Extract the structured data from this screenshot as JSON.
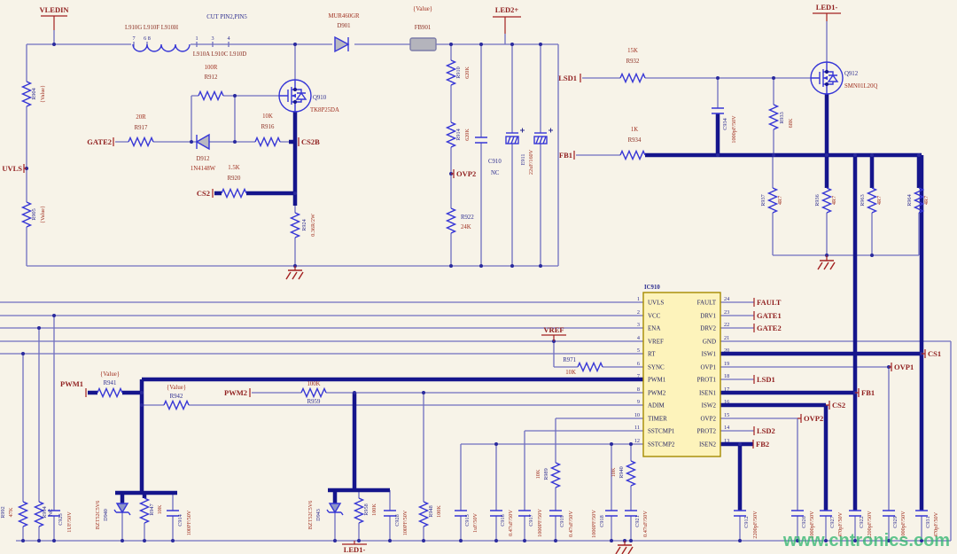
{
  "watermark": "www.cntronics.com",
  "nets": {
    "vledin": "VLEDIN",
    "uvls": "UVLS",
    "gate2": "GATE2",
    "cs2": "CS2",
    "cs2b": "CS2B",
    "ovp2": "OVP2",
    "led2": "LED2+",
    "lsd1": "LSD1",
    "fb1": "FB1",
    "led1": "LED1-",
    "vref": "VREF",
    "pwm1": "PWM1",
    "pwm2": "PWM2",
    "fault": "FAULT",
    "gate1": "GATE1",
    "cs1": "CS1",
    "ovp1": "OVP1",
    "lsd2": "LSD2",
    "fb2": "FB2"
  },
  "l910": {
    "top": "L910G  L910F  L910H",
    "bottom": "L910A  L910C  L910D",
    "note": "CUT PIN2,PIN5",
    "pins": [
      "7",
      "6 8",
      "1",
      "3",
      "4"
    ]
  },
  "ic": {
    "ref": "IC910",
    "left": [
      {
        "n": "1",
        "name": "UVLS"
      },
      {
        "n": "2",
        "name": "VCC"
      },
      {
        "n": "3",
        "name": "ENA"
      },
      {
        "n": "4",
        "name": "VREF"
      },
      {
        "n": "5",
        "name": "RT"
      },
      {
        "n": "6",
        "name": "SYNC"
      },
      {
        "n": "7",
        "name": "PWM1"
      },
      {
        "n": "8",
        "name": "PWM2"
      },
      {
        "n": "9",
        "name": "ADIM"
      },
      {
        "n": "10",
        "name": "TIMER"
      },
      {
        "n": "11",
        "name": "SSTCMP1"
      },
      {
        "n": "12",
        "name": "SSTCMP2"
      }
    ],
    "right": [
      {
        "n": "24",
        "name": "FAULT"
      },
      {
        "n": "23",
        "name": "DRV1"
      },
      {
        "n": "22",
        "name": "DRV2"
      },
      {
        "n": "21",
        "name": "GND"
      },
      {
        "n": "20",
        "name": "ISW1"
      },
      {
        "n": "19",
        "name": "OVP1"
      },
      {
        "n": "18",
        "name": "PROT1"
      },
      {
        "n": "17",
        "name": "ISEN1"
      },
      {
        "n": "16",
        "name": "ISW2"
      },
      {
        "n": "15",
        "name": "OVP2"
      },
      {
        "n": "14",
        "name": "PROT2"
      },
      {
        "n": "13",
        "name": "ISEN2"
      }
    ]
  },
  "parts": {
    "r904": {
      "ref": "R904",
      "value": "{Value}"
    },
    "r905": {
      "ref": "R905",
      "value": "{Value}"
    },
    "r912": {
      "ref": "R912",
      "value": "100R"
    },
    "r917": {
      "ref": "R917",
      "value": "20R"
    },
    "d912": {
      "ref": "D912",
      "value": "1N4148W"
    },
    "r916": {
      "ref": "R916",
      "value": "10K"
    },
    "q910": {
      "ref": "Q910",
      "value": "TK8P25DA"
    },
    "r920": {
      "ref": "R920",
      "value": "1.5K"
    },
    "r924": {
      "ref": "R924",
      "value": "0.36R/2W"
    },
    "d901": {
      "ref": "D901",
      "value": "MUR460GR"
    },
    "fb901": {
      "ref": "FB901",
      "value": "{Value}"
    },
    "r910": {
      "ref": "R910",
      "value": "620K"
    },
    "r914": {
      "ref": "R914",
      "value": "620K"
    },
    "r922": {
      "ref": "R922",
      "value": "24K"
    },
    "c910": {
      "ref": "C910",
      "value": "NC"
    },
    "e911": {
      "ref": "E911",
      "value": "22uF/160V"
    },
    "r932": {
      "ref": "R932",
      "value": "15K"
    },
    "c934": {
      "ref": "C934",
      "value": "1000pF/50V"
    },
    "r933": {
      "ref": "R933",
      "value": "68K"
    },
    "q912": {
      "ref": "Q912",
      "value": "SMN01L20Q"
    },
    "r934": {
      "ref": "R934",
      "value": "1K"
    },
    "r937": {
      "ref": "R937",
      "value": "4R7"
    },
    "r936": {
      "ref": "R936",
      "value": "4R7"
    },
    "r963": {
      "ref": "R963",
      "value": "4R7"
    },
    "r964": {
      "ref": "R964",
      "value": "4R7"
    },
    "r971": {
      "ref": "R971",
      "value": "10K"
    },
    "r941": {
      "ref": "R941",
      "value": "{Value}"
    },
    "r942": {
      "ref": "R942",
      "value": "{Value}"
    },
    "r959": {
      "ref": "R959",
      "value": "100K"
    },
    "r992": {
      "ref": "R992",
      "value": "47K"
    },
    "r994": {
      "ref": "R994",
      "value": "NC"
    },
    "c923": {
      "ref": "C923",
      "value": "1UF/50V"
    },
    "d940": {
      "ref": "D940",
      "value": "BZT52C5V6"
    },
    "r947": {
      "ref": "R947",
      "value": "10K"
    },
    "c914": {
      "ref": "C914",
      "value": "100PF/50V"
    },
    "d943": {
      "ref": "D943",
      "value": "BZT52C5V6"
    },
    "r958": {
      "ref": "R958",
      "value": "100K"
    },
    "c928": {
      "ref": "C928",
      "value": "100PF/50V"
    },
    "r948": {
      "ref": "R948",
      "value": "100K"
    },
    "c915": {
      "ref": "C915",
      "value": "1uF/50V"
    },
    "c916": {
      "ref": "C916",
      "value": "0.47uF/50V"
    },
    "c917": {
      "ref": "C917",
      "value": "1000PF/50V"
    },
    "r989": {
      "ref": "R989",
      "value": "10K"
    },
    "c919": {
      "ref": "C919",
      "value": "0.47uF/50V"
    },
    "c918": {
      "ref": "C918",
      "value": "1000PF/50V"
    },
    "r940": {
      "ref": "R940",
      "value": "10K"
    },
    "c921": {
      "ref": "C921",
      "value": "0.47uF/50V"
    },
    "c912": {
      "ref": "C912",
      "value": "2200pF/50V"
    },
    "c926": {
      "ref": "C926",
      "value": "1000pF/50V"
    },
    "c927": {
      "ref": "C927",
      "value": "470pF/50V"
    },
    "c922": {
      "ref": "C922",
      "value": "2200pF/50V"
    },
    "c929": {
      "ref": "C929",
      "value": "1000pF/50V"
    },
    "c931": {
      "ref": "C931",
      "value": "470pF/50V"
    }
  }
}
